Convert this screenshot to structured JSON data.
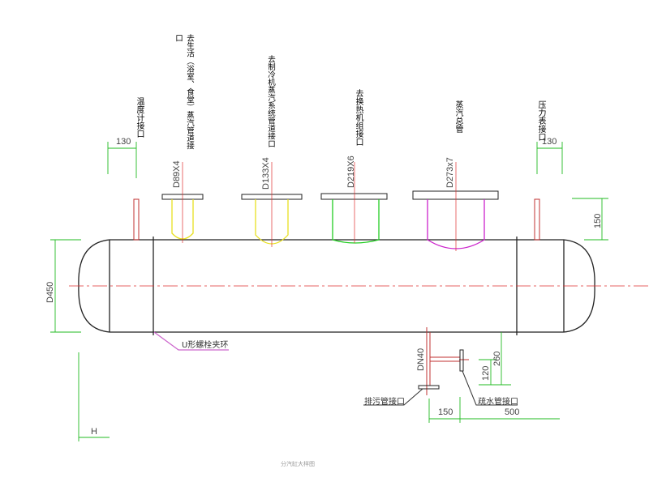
{
  "labels": {
    "thermometer": "温度计接口",
    "domestic": "去生活（浴室、食堂）蒸汽管道接口",
    "refrigeration": "去制冷机蒸汽系统管道接口",
    "heat_exchanger": "去换热机组接口",
    "main_steam": "蒸汽总管",
    "pressure_gauge": "压力表接口",
    "u_bolt": "U形螺栓夹环",
    "blowdown": "排污管接口",
    "drain": "疏水管接口",
    "caption": "分汽缸大样图"
  },
  "nozzles": {
    "n1": "D89X4",
    "n2": "D133X4",
    "n3": "D219X6",
    "n4": "D273x7",
    "bottom": "DN40"
  },
  "dimensions": {
    "left_offset": "130",
    "right_offset": "130",
    "nozzle_height": "150",
    "diameter": "D450",
    "d260": "260",
    "d120": "120",
    "d150": "150",
    "d500": "500",
    "h": "H"
  },
  "colors": {
    "vessel": "#222222",
    "centerline": "#e03030",
    "dimension": "#22bb22",
    "yellow": "#e8e020",
    "green": "#22cc22",
    "magenta": "#cc22cc"
  }
}
